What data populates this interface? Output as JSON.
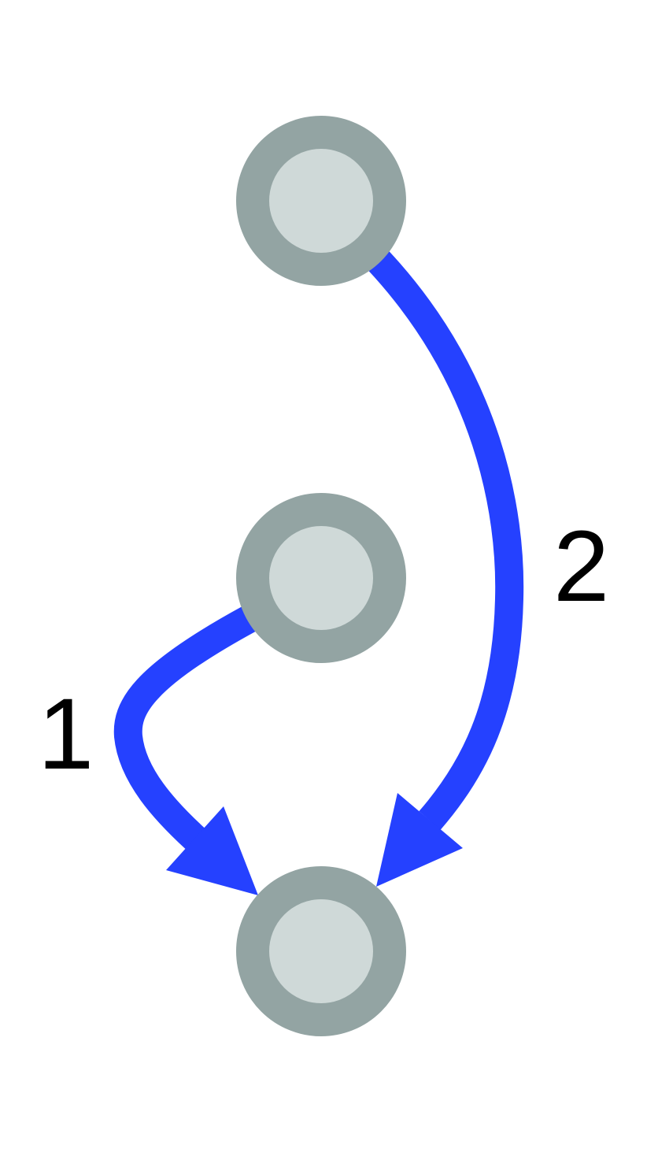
{
  "colors": {
    "edge": "#2541ff",
    "node_fill": "#cfd9d8",
    "node_border": "#93a4a3",
    "label": "#000000",
    "background": "#ffffff"
  },
  "nodes": [
    {
      "id": "top"
    },
    {
      "id": "middle"
    },
    {
      "id": "bottom"
    }
  ],
  "edges": [
    {
      "from": "middle",
      "to": "bottom",
      "label": "1"
    },
    {
      "from": "top",
      "to": "bottom",
      "label": "2"
    }
  ]
}
